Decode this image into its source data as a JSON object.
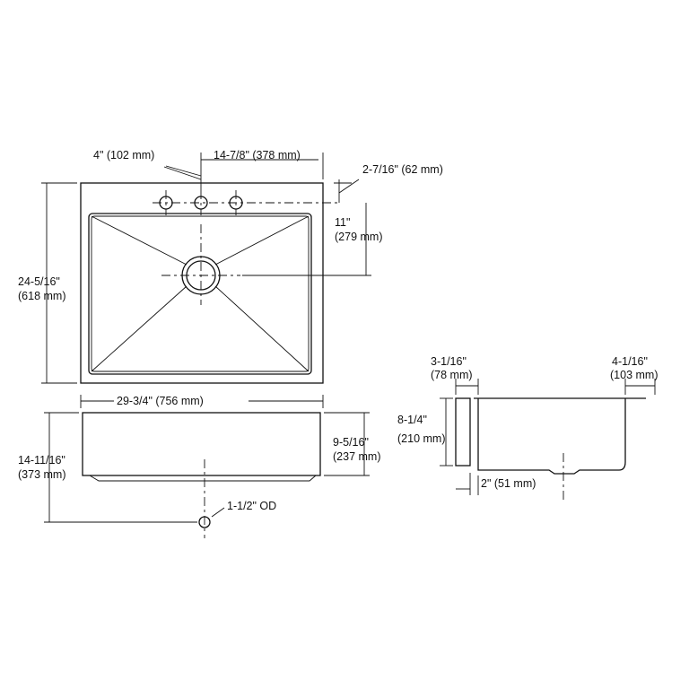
{
  "title": "Sink dimension drawing",
  "top_view": {
    "faucet_spacing": "4\" (102 mm)",
    "faucet_to_edge": "14-7/8\" (378 mm)",
    "faucet_from_back": "2-7/16\" (62 mm)",
    "drain_from_faucet_1": "11\"",
    "drain_from_faucet_2": "(279 mm)",
    "depth_1": "24-5/16\"",
    "depth_2": "(618 mm)",
    "width": "29-3/4\" (756 mm)"
  },
  "front_view": {
    "height_1": "14-11/16\"",
    "height_2": "(373 mm)",
    "bowl_depth_1": "9-5/16\"",
    "bowl_depth_2": "(237 mm)",
    "drain_od": "1-1/2\" OD"
  },
  "side_view": {
    "front_offset_1": "3-1/16\"",
    "front_offset_2": "(78 mm)",
    "rear_offset_1": "4-1/16\"",
    "rear_offset_2": "(103 mm)",
    "apron_1": "8-1/4\"",
    "apron_2": "(210 mm)",
    "gap": "2\" (51 mm)"
  }
}
